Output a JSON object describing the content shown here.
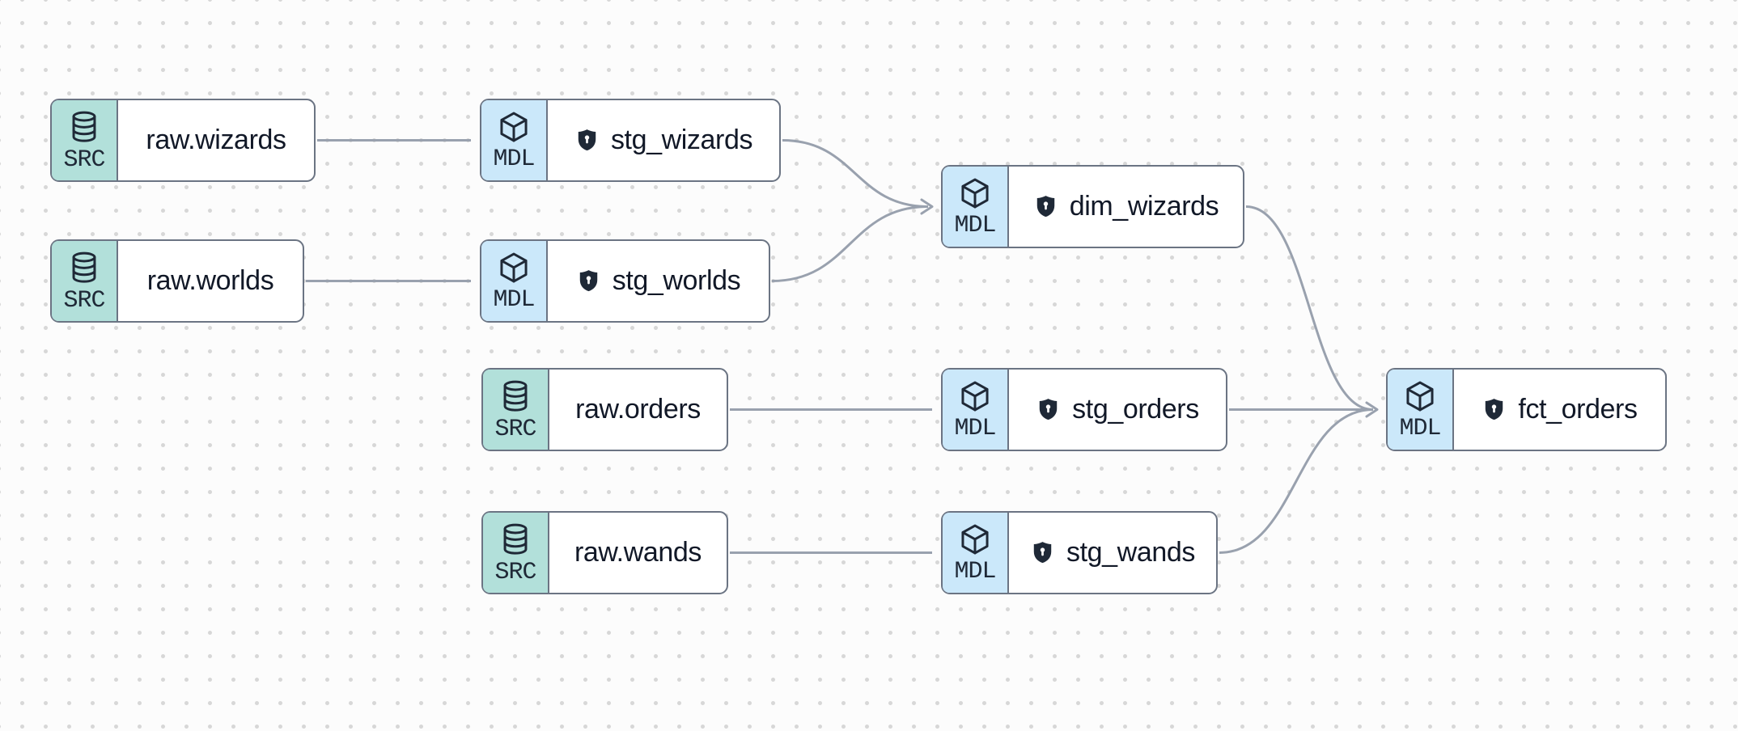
{
  "graph": {
    "nodes": [
      {
        "id": "raw.wizards",
        "label": "raw.wizards",
        "type": "SRC",
        "icon": "database-icon",
        "shield": false
      },
      {
        "id": "stg_wizards",
        "label": "stg_wizards",
        "type": "MDL",
        "icon": "cube-icon",
        "shield": true
      },
      {
        "id": "raw.worlds",
        "label": "raw.worlds",
        "type": "SRC",
        "icon": "database-icon",
        "shield": false
      },
      {
        "id": "stg_worlds",
        "label": "stg_worlds",
        "type": "MDL",
        "icon": "cube-icon",
        "shield": true
      },
      {
        "id": "dim_wizards",
        "label": "dim_wizards",
        "type": "MDL",
        "icon": "cube-icon",
        "shield": true
      },
      {
        "id": "raw.orders",
        "label": "raw.orders",
        "type": "SRC",
        "icon": "database-icon",
        "shield": false
      },
      {
        "id": "stg_orders",
        "label": "stg_orders",
        "type": "MDL",
        "icon": "cube-icon",
        "shield": true
      },
      {
        "id": "raw.wands",
        "label": "raw.wands",
        "type": "SRC",
        "icon": "database-icon",
        "shield": false
      },
      {
        "id": "stg_wands",
        "label": "stg_wands",
        "type": "MDL",
        "icon": "cube-icon",
        "shield": true
      },
      {
        "id": "fct_orders",
        "label": "fct_orders",
        "type": "MDL",
        "icon": "cube-icon",
        "shield": true
      }
    ],
    "edges": [
      {
        "from": "raw.wizards",
        "to": "stg_wizards"
      },
      {
        "from": "raw.worlds",
        "to": "stg_worlds"
      },
      {
        "from": "stg_wizards",
        "to": "dim_wizards"
      },
      {
        "from": "stg_worlds",
        "to": "dim_wizards"
      },
      {
        "from": "raw.orders",
        "to": "stg_orders"
      },
      {
        "from": "raw.wands",
        "to": "stg_wands"
      },
      {
        "from": "dim_wizards",
        "to": "fct_orders"
      },
      {
        "from": "stg_orders",
        "to": "fct_orders"
      },
      {
        "from": "stg_wands",
        "to": "fct_orders"
      }
    ],
    "colors": {
      "src_badge_fill": "#b2e0da",
      "mdl_badge_fill": "#cbe8fa",
      "node_border": "#6b7483",
      "edge": "#99a1ae",
      "text": "#111827",
      "icon": "#1f2937",
      "canvas_background": "#fcfcfc",
      "canvas_dots": "#d7d7d7"
    }
  }
}
